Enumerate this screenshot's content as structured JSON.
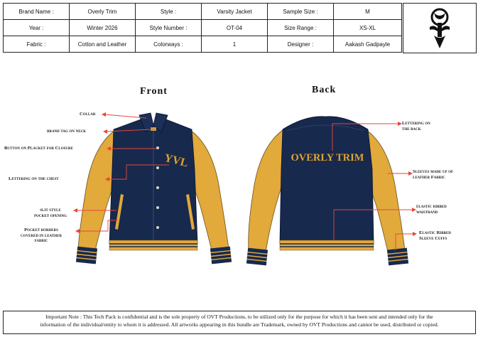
{
  "spec": {
    "brand_label": "Brand Name :",
    "brand_value": "Overly Trim",
    "year_label": "Year :",
    "year_value": "Winter 2026",
    "fabric_label": "Fabric :",
    "fabric_value": "Cotton and Leather",
    "style_label": "Style :",
    "style_value": "Varsity Jacket",
    "style_number_label": "Style Number :",
    "style_number_value": "OT-04",
    "colorways_label": "Colorways :",
    "colorways_value": "1",
    "sample_size_label": "Sample Size :",
    "sample_size_value": "M",
    "size_range_label": "Size Range :",
    "size_range_value": "XS-XL",
    "designer_label": "Designer :",
    "designer_value": "Aakash Gadpayle"
  },
  "views": {
    "front": "Front",
    "back": "Back"
  },
  "front_callouts": {
    "collar": "Collar",
    "brand_tag": "brand tag on neck",
    "button_placket": "Button on Placket for Closure",
    "lettering_chest": "Lettering on the chest",
    "slit_pocket": [
      "slit style",
      "pocket opening"
    ],
    "pocket_borders": [
      "Pocket borders",
      "covered in leather",
      "fabric"
    ]
  },
  "back_callouts": {
    "lettering_back": [
      "Lettering on",
      "the back"
    ],
    "sleeves": [
      "Sleeves made up of",
      "leather Fabric"
    ],
    "waistband": [
      "elastic ribbed",
      "waistband"
    ],
    "cuffs": [
      "Elastic Ribbed",
      "Sleeve Cuffs"
    ]
  },
  "jacket_text": {
    "chest": "YVL",
    "back": "OVERLY TRIM"
  },
  "colors": {
    "navy": "#17294d",
    "gold": "#e2a93b",
    "stripe": "#c79a45",
    "pointer": "#e8463a"
  },
  "note": [
    "Important Note : This Tech Pack is confidential and is the sole property of OVT Productions, to be utilized only for the purpose for which it has been sent and intended only for the",
    "information of the individual/entity to whom it is addressed. All artworks appearing in this bundle are Trademark, owned by OVT Productions and cannot be used, distributed or copied."
  ]
}
